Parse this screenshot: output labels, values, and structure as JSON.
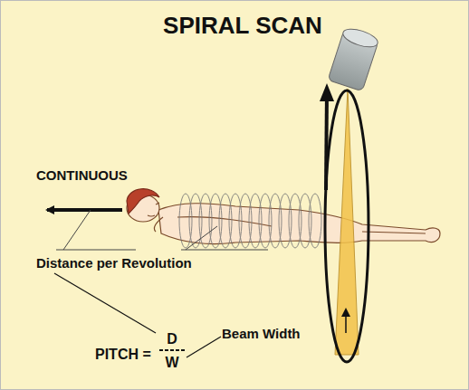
{
  "diagram": {
    "title": "SPIRAL SCAN",
    "labels": [
      "CONTINUOUS",
      "Distance per Revolution",
      "Beam Width",
      "PITCH =",
      "D",
      "W"
    ]
  }
}
